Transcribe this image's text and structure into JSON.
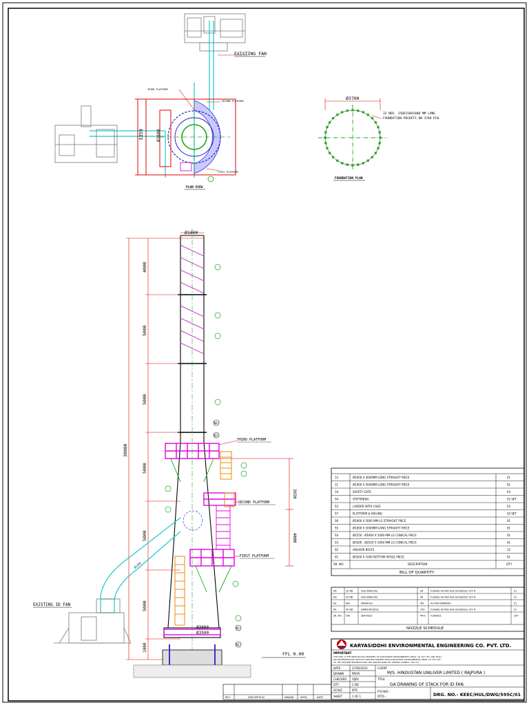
{
  "plan": {
    "existing_fan": "EXISTING FAN",
    "third_platform": "THIRD PLATFORM",
    "second_platform": "SECOND PLATFORM",
    "first_platform": "FIRST PLATFORM",
    "dim_3359": "3359",
    "dim_3600": "Ø3600",
    "title": "PLAN VIEW"
  },
  "foundation": {
    "dia": "Ø3700",
    "note_line1": "32 NOS. 150X150X1000 MM LONG",
    "note_line2": "FOUNDATION POCKETS ON 3700 PCD.",
    "title": "FOUNDATION PLAN"
  },
  "elevation": {
    "top_dia": "Ø1600",
    "dims": [
      "4000",
      "5000",
      "5000",
      "5000",
      "5000",
      "5000",
      "1000"
    ],
    "total_height": "30000",
    "dim_3650": "3650",
    "dim_4000": "4000",
    "third_platform": "THIRD PLATFORM",
    "second_platform": "SECOND PLATFORM",
    "first_platform": "FIRST PLATFORM",
    "existing_id_fan": "EXISTING ID FAN",
    "dia_3900": "Ø3900",
    "dia_3500": "Ø3500",
    "ffl": "FFL 0.00",
    "duct_note": "Ø1350",
    "nozzles": [
      "N4",
      "N3",
      "N2",
      "N1"
    ]
  },
  "boq": {
    "rows": [
      [
        "12",
        "Ø1600 X 4000MM LONG STRAIGHT PIECE",
        "01"
      ],
      [
        "11",
        "Ø1600 X 5000MM LONG STRAIGHT PIECE",
        "01"
      ],
      [
        "10",
        "SAFETY GATE",
        "03"
      ],
      [
        "S4",
        "STIFFENING",
        "02 SET"
      ],
      [
        "S3",
        "LADDER WITH CAGE",
        "03"
      ],
      [
        "S7",
        "PLATFORM & RAILING",
        "03 SET"
      ],
      [
        "S6",
        "Ø1600 X 5000 MM LG STRAIGHT PIECE",
        "01"
      ],
      [
        "S5",
        "Ø1600 X 5000MM LONG STRAIGHT PIECE",
        "01"
      ],
      [
        "S4",
        "Ø2550 - Ø1600 X 5000 MM LG CONICAL PIECE",
        "01"
      ],
      [
        "S3",
        "Ø3500 - Ø2550 X 5000 MM LG CONICAL PIECE",
        "01"
      ],
      [
        "S2",
        "ANCHOR BOLTS",
        "12"
      ],
      [
        "01",
        "Ø3500 X 1000 BOTTOM SPOOL PIECE",
        "01"
      ]
    ],
    "header": [
      "SR. NO.",
      "DESCRIPTION",
      "QTY"
    ],
    "title": "BILL OF QUANTITY"
  },
  "nozzle": {
    "rows": [
      [
        "N4",
        "50 NB",
        "GAS ANALYSIS",
        "06",
        "FLANGE AS PER ASA SCHEDULE 150 #",
        "01"
      ],
      [
        "N3",
        "50 NB",
        "GAS ANALYSIS",
        "06",
        "FLANGE AS PER ASA SCHEDULE 150 #",
        "01"
      ],
      [
        "N2",
        "600",
        "MANHOLE",
        "SM",
        "AS PER DRAWING",
        "01"
      ],
      [
        "N1",
        "50 NB",
        "DRAIN NOZZLE",
        "150",
        "FLANGE AS PER ASA SCHEDULE 150 #",
        "01"
      ]
    ],
    "header": [
      "SR. NO.",
      "DIA",
      "SERVICES",
      "MOC",
      "FLANGES",
      "QTY"
    ],
    "title": "NOZZLE SCHEDULE"
  },
  "titleblock": {
    "company": "KARYASIDDHI ENVIRONMENTAL ENGINEERING CO. PVT. LTD.",
    "important": "IMPORTANT",
    "note_line1": "THIS DWG. IS THE INTELLECTUAL PROPERTY OF KARYASIDDHI ENVIRONMENTAL ENGG. CO. PVT. LTD. AND SHALL",
    "note_line2": "NOT BE REPRODUCED WITHOUT WRITTEN CONSENT FROM KARYASIDDHI ENVIRONMENTAL ENGG. CO. PVT. LTD.",
    "note_line3": "70, THE OFFICENT BUSINESS PARK, OPP. ANDHRA BANK RD, SANAND, MUMBAI - 400 071",
    "date_label": "DATE",
    "date_value": "27/05/2021",
    "drawn_label": "DRAWN",
    "drawn_value": "PRIYA",
    "checked_label": "CHECKED",
    "checked_value": "VIJAY",
    "qty_label": "QTY",
    "qty_value": "1 NO",
    "scale_label": "SCALE",
    "scale_value": "NTS",
    "sheet_label": "SHEET",
    "sheet_value": "1 OF 1",
    "client_label": "CLIENT",
    "client_value": "M/S. HINDUSTAN UNILIVER LIMITED ( RAJPURA )",
    "title_label": "TITLE",
    "title_value": "GA DRAWING OF STACK FOR ID FAN.",
    "pono": "P.O.NO.-",
    "dtd": "DTD.-",
    "drg_no": "DRG. NO.- KEEC/HUL/DWG/595C/01",
    "rev_headers": [
      "REV",
      "DESCRIPTION",
      "DRAWN",
      "APPD.",
      "DATE"
    ]
  }
}
